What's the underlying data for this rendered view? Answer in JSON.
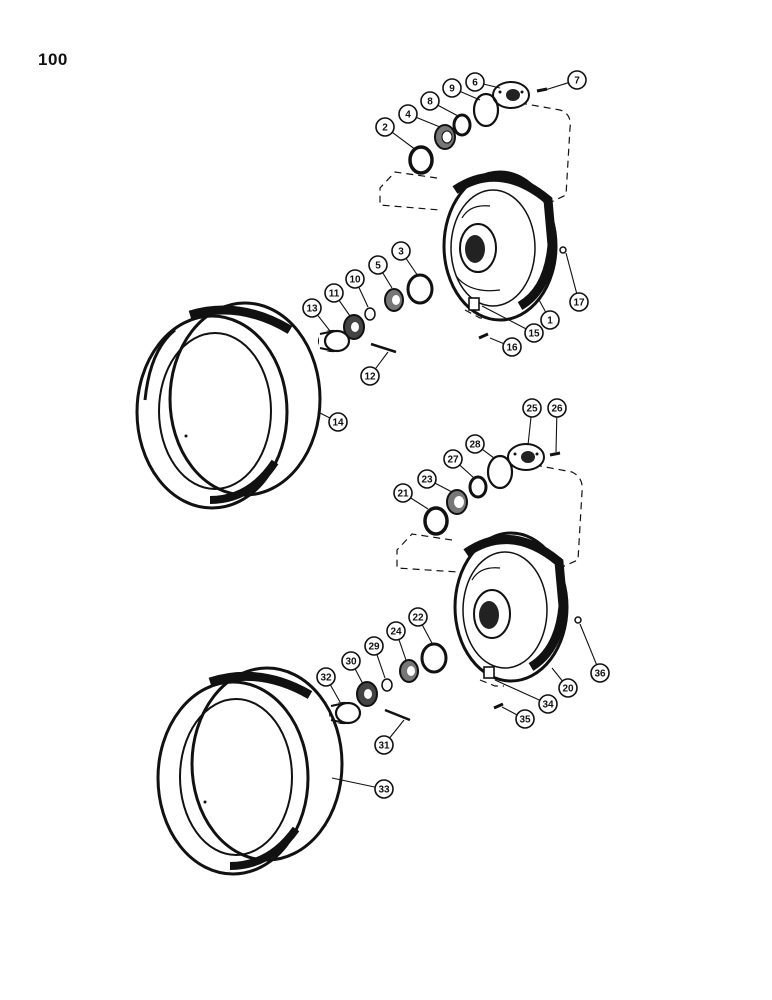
{
  "page": {
    "number": "100"
  },
  "callouts": {
    "c1": "1",
    "c2": "2",
    "c3": "3",
    "c4": "4",
    "c5": "5",
    "c6": "6",
    "c7": "7",
    "c8": "8",
    "c9": "9",
    "c10": "10",
    "c11": "11",
    "c12": "12",
    "c13": "13",
    "c14": "14",
    "c15": "15",
    "c16": "16",
    "c17": "17",
    "c20": "20",
    "c21": "21",
    "c22": "22",
    "c23": "23",
    "c24": "24",
    "c25": "25",
    "c26": "26",
    "c27": "27",
    "c28": "28",
    "c29": "29",
    "c30": "30",
    "c31": "31",
    "c32": "32",
    "c33": "33",
    "c34": "34",
    "c35": "35",
    "c36": "36"
  }
}
